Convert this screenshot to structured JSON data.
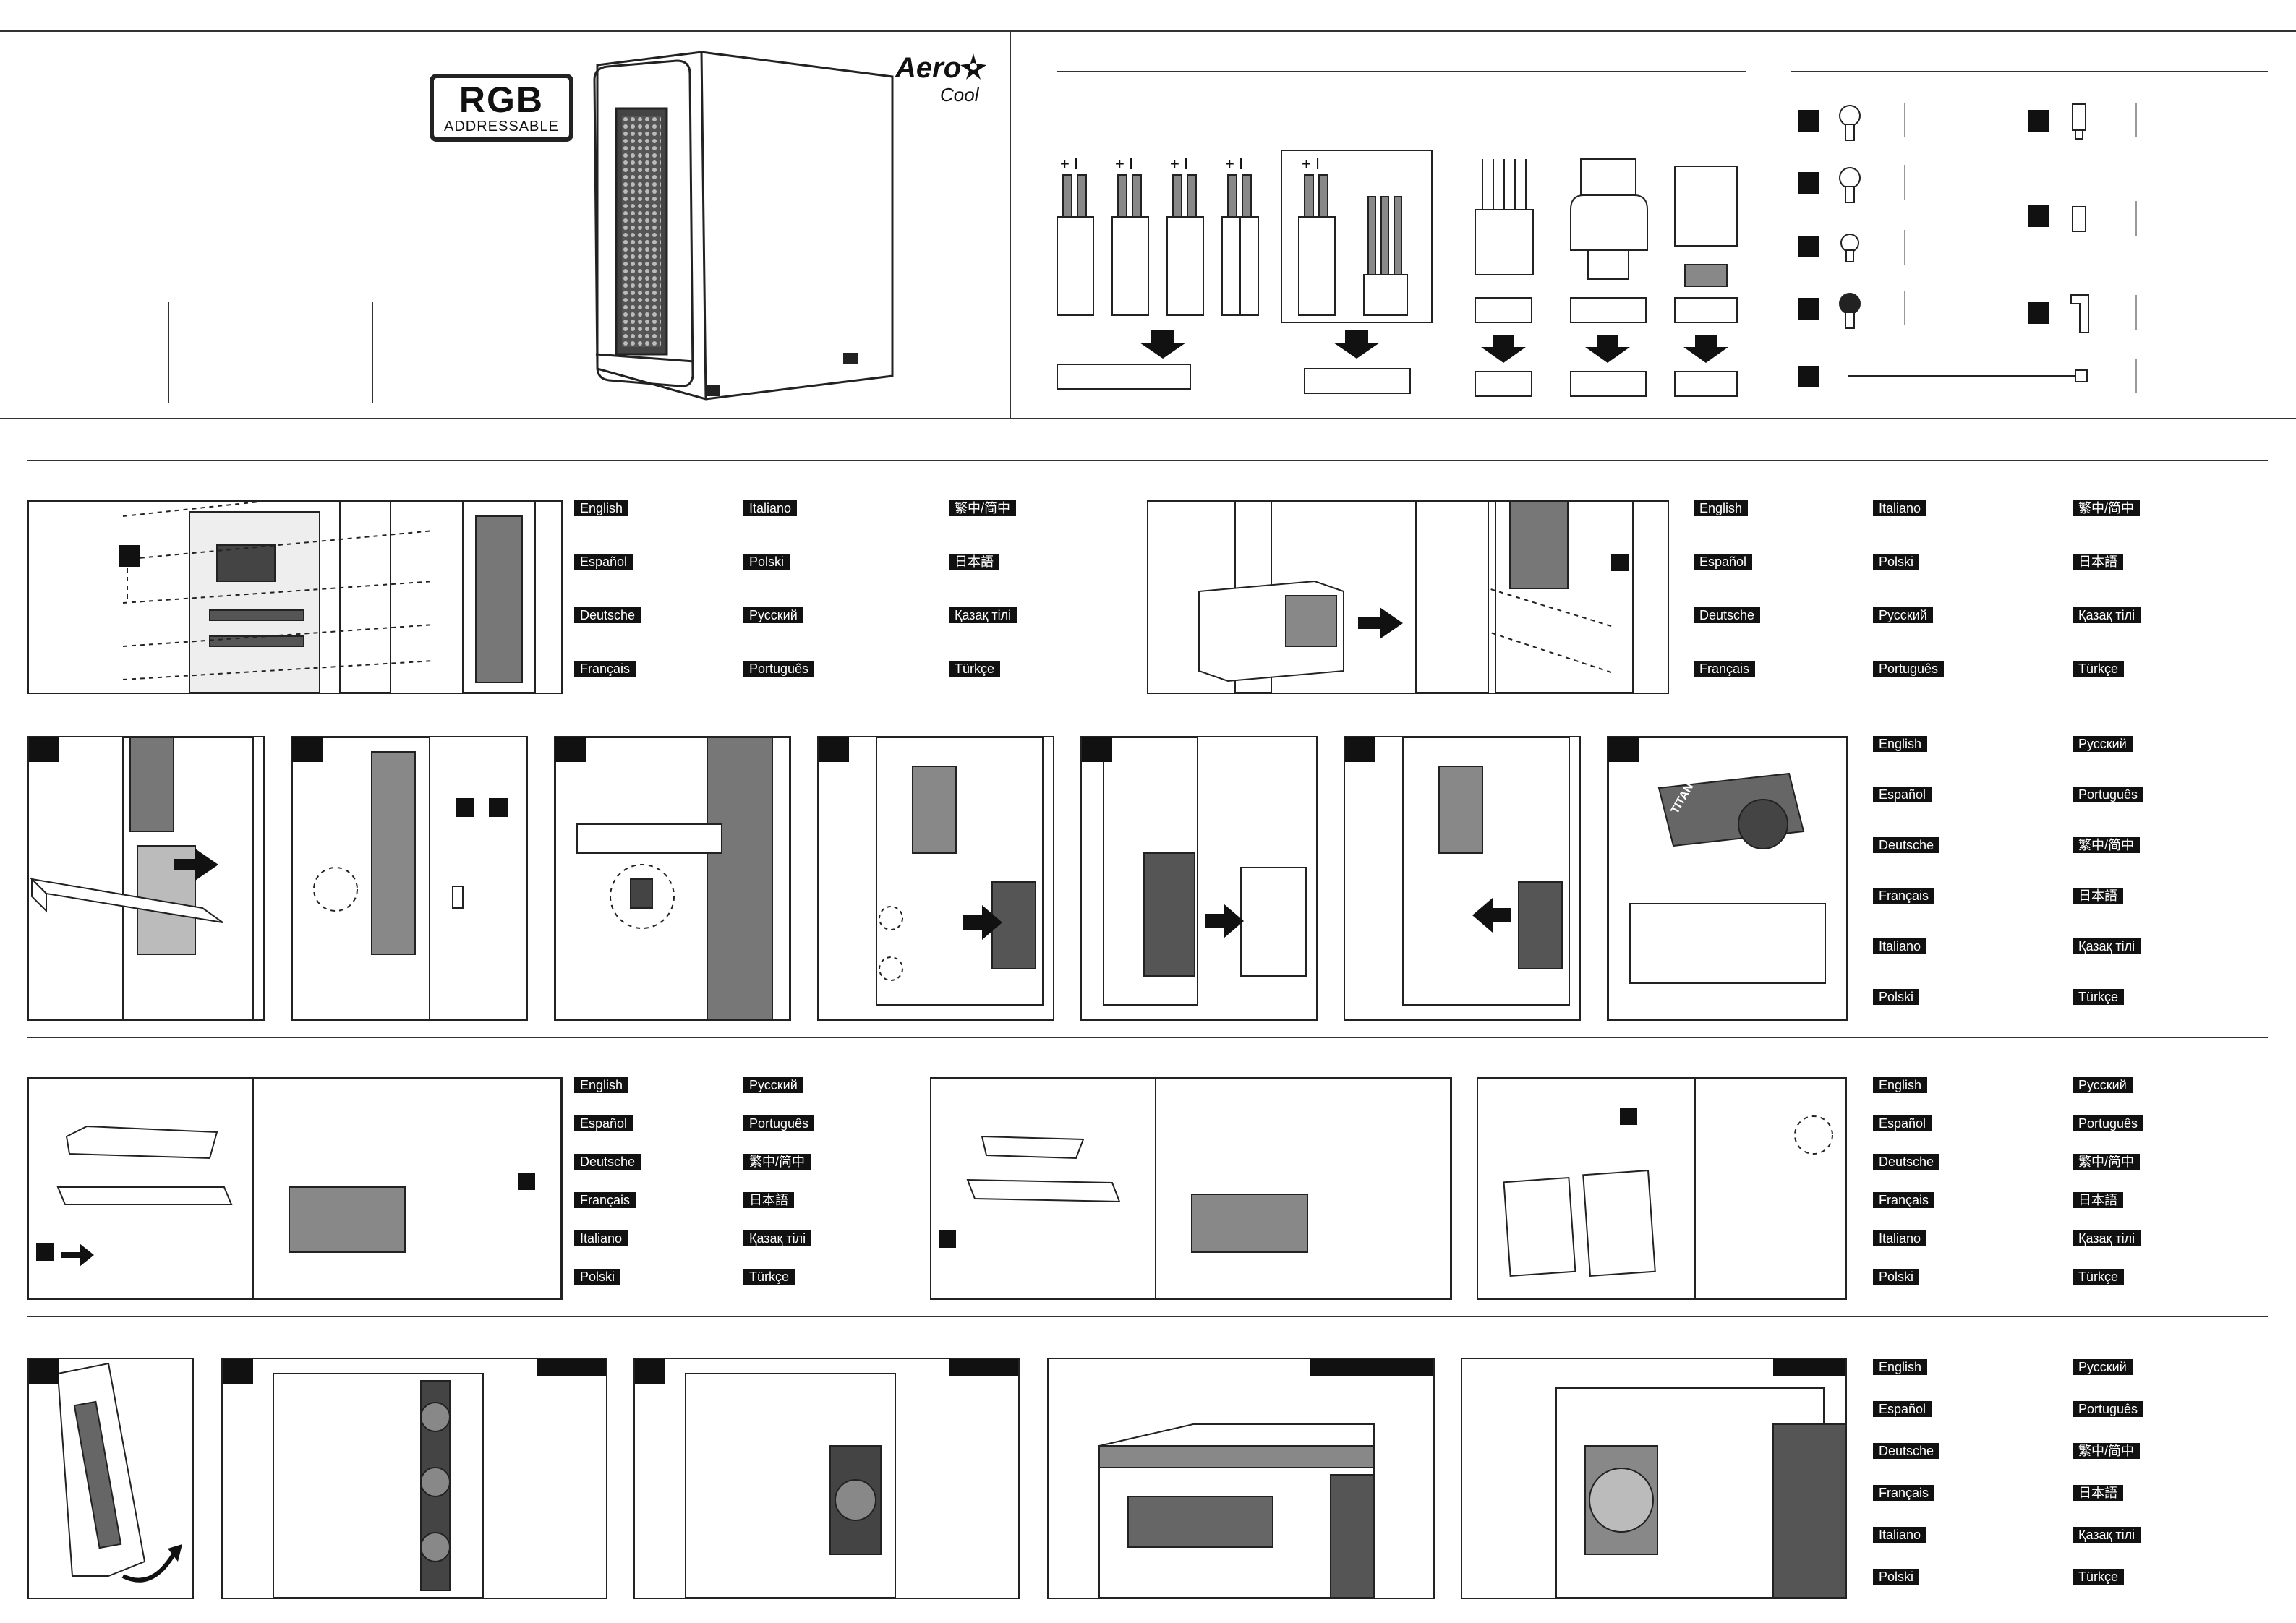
{
  "header": {
    "rgb_badge": {
      "title": "RGB",
      "subtitle": "ADDRESSABLE"
    },
    "brand": {
      "name": "Aero",
      "sub": "Cool"
    }
  },
  "languages_column_a": [
    "English",
    "Español",
    "Deutsche",
    "Français"
  ],
  "languages_column_b": [
    "Italiano",
    "Polski",
    "Русский",
    "Português"
  ],
  "languages_column_c": [
    "繁中/简中",
    "日本語",
    "Қазақ тілі",
    "Türkçe"
  ],
  "languages_six_a": [
    "English",
    "Español",
    "Deutsche",
    "Français",
    "Italiano",
    "Polski"
  ],
  "languages_six_b": [
    "Русский",
    "Português",
    "繁中/简中",
    "日本語",
    "Қазақ тілі",
    "Türkçe"
  ],
  "illustration_labels": {
    "gpu_text": "TITAN",
    "plus_minus": "+ I"
  },
  "icons": {
    "arrow": "down-arrow-icon",
    "rotate": "rotate-arrow-icon",
    "screw": "screw-icon",
    "standoff": "standoff-icon",
    "cable_tie": "cable-tie-icon"
  },
  "colors": {
    "ink": "#111111",
    "paper": "#ffffff",
    "line": "#333333"
  }
}
